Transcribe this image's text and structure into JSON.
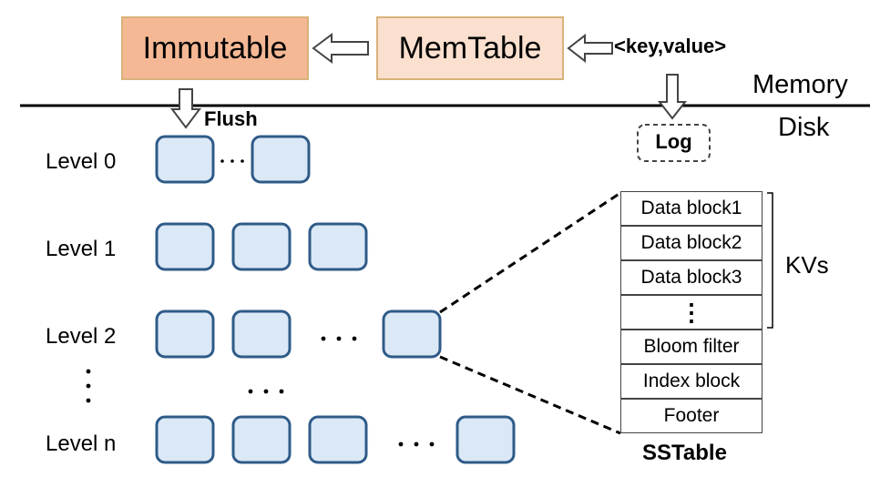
{
  "memory": {
    "immutable_label": "Immutable",
    "memtable_label": "MemTable",
    "input_label": "<key,value>",
    "flush_label": "Flush",
    "log_label": "Log",
    "memory_label": "Memory",
    "disk_label": "Disk"
  },
  "levels": [
    {
      "label": "Level 0"
    },
    {
      "label": "Level 1"
    },
    {
      "label": "Level 2"
    },
    {
      "label": "Level n"
    }
  ],
  "sstable": {
    "title": "SSTable",
    "blocks": [
      "Data block1",
      "Data block2",
      "Data block3",
      "⋮",
      "Bloom filter",
      "Index block",
      "Footer"
    ],
    "kvs_label": "KVs"
  },
  "colors": {
    "immutable_fill": "#f5b895",
    "memtable_fill": "#fbe0cf",
    "sstable_fill": "#dbe8f6",
    "sstable_stroke": "#2f5b88"
  }
}
